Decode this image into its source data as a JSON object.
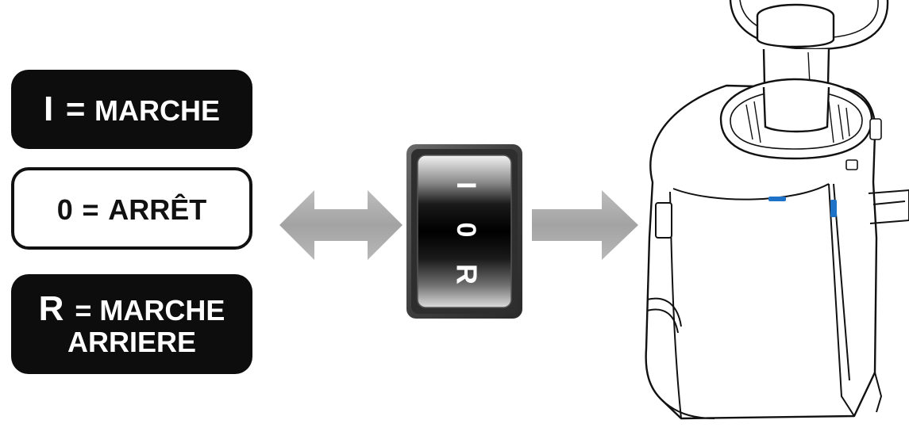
{
  "legend": {
    "on": {
      "key": "I",
      "sep": "=",
      "text": "MARCHE"
    },
    "off": {
      "key": "0",
      "sep": "=",
      "text": "ARRÊT"
    },
    "reverse": {
      "key": "R",
      "sep": "=",
      "text_line1": "MARCHE",
      "text_line2": "ARRIERE"
    }
  },
  "switch": {
    "positions": [
      "I",
      "0",
      "R"
    ]
  },
  "colors": {
    "box_dark": "#0d0d0d",
    "arrow": "#a6a6a6",
    "switch_bezel": "#3a3a3a",
    "rocker": "#111111",
    "accent_blue": "#1e73c8"
  },
  "icons": [
    "double-arrow-icon",
    "right-arrow-icon",
    "rocker-switch-icon",
    "juicer-illustration"
  ]
}
